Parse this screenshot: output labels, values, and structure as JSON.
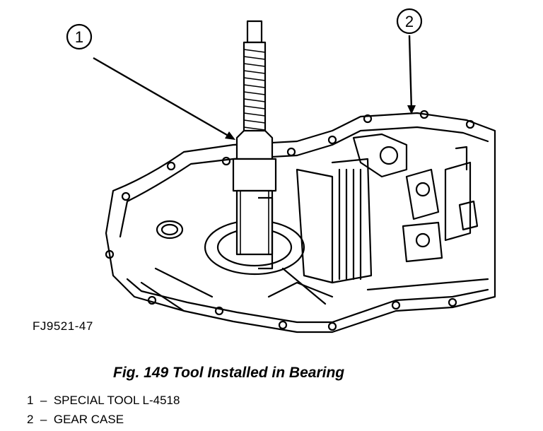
{
  "figure": {
    "id": "FJ9521-47",
    "callouts": [
      {
        "number": "1"
      },
      {
        "number": "2"
      }
    ]
  },
  "caption": "Fig. 149 Tool Installed in Bearing",
  "legend": [
    {
      "number": "1",
      "dash": "–",
      "text": "SPECIAL TOOL L-4518"
    },
    {
      "number": "2",
      "dash": "–",
      "text": "GEAR CASE"
    }
  ]
}
